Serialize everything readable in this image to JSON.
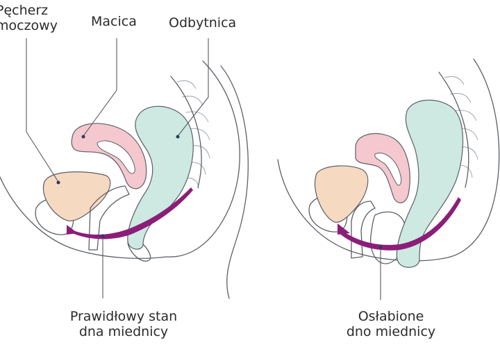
{
  "labels": {
    "bladder_line1": "Pęcherz",
    "bladder_line2": "moczowy",
    "uterus": "Macica",
    "rectum": "Odbytnica",
    "normal_line1": "Prawidłowy stan",
    "normal_line2": "dna miednicy",
    "weak_line1": "Osłabione",
    "weak_line2": "dno miednicy"
  },
  "colors": {
    "bladder": "#f6d9c1",
    "uterus": "#f4c8ce",
    "rectum": "#cde9e2",
    "pelvic_floor": "#8b1e78",
    "outline": "#5a5f66",
    "text": "#2b2b2b"
  }
}
